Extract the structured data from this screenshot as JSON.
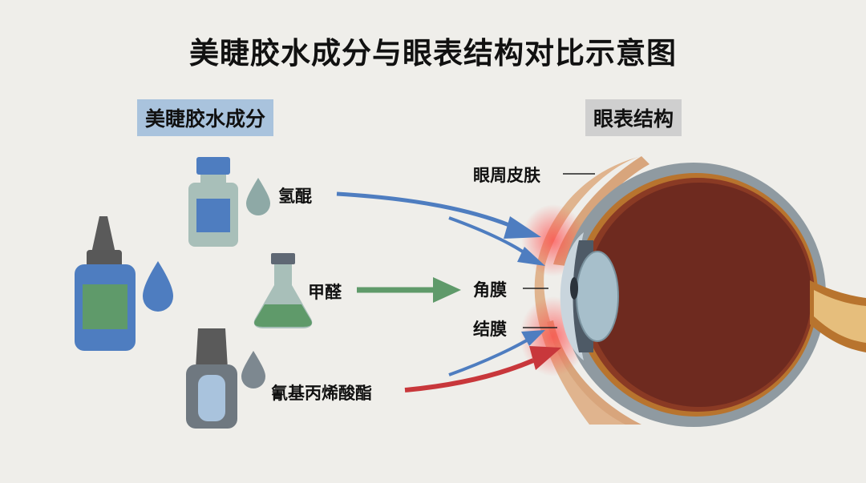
{
  "title": "美睫胶水成分与眼表结构对比示意图",
  "sections": {
    "ingredients": "美睫胶水成分",
    "eye_structure": "眼表结构"
  },
  "ingredients": [
    {
      "name": "氢醌",
      "color": "#4e7dc0"
    },
    {
      "name": "甲醛",
      "color": "#5f9a6a"
    },
    {
      "name": "氰基丙烯酸酯",
      "color": "#c8373b"
    }
  ],
  "eye_labels": {
    "skin": "眼周皮肤",
    "cornea": "角膜",
    "conjunctiva": "结膜"
  },
  "colors": {
    "background": "#efeeea",
    "skin": "#e0b48e",
    "eyeball_interior": "#6e2a1f",
    "sclera_gray": "#8f9aa1",
    "irritation": "#ff5a5a"
  }
}
